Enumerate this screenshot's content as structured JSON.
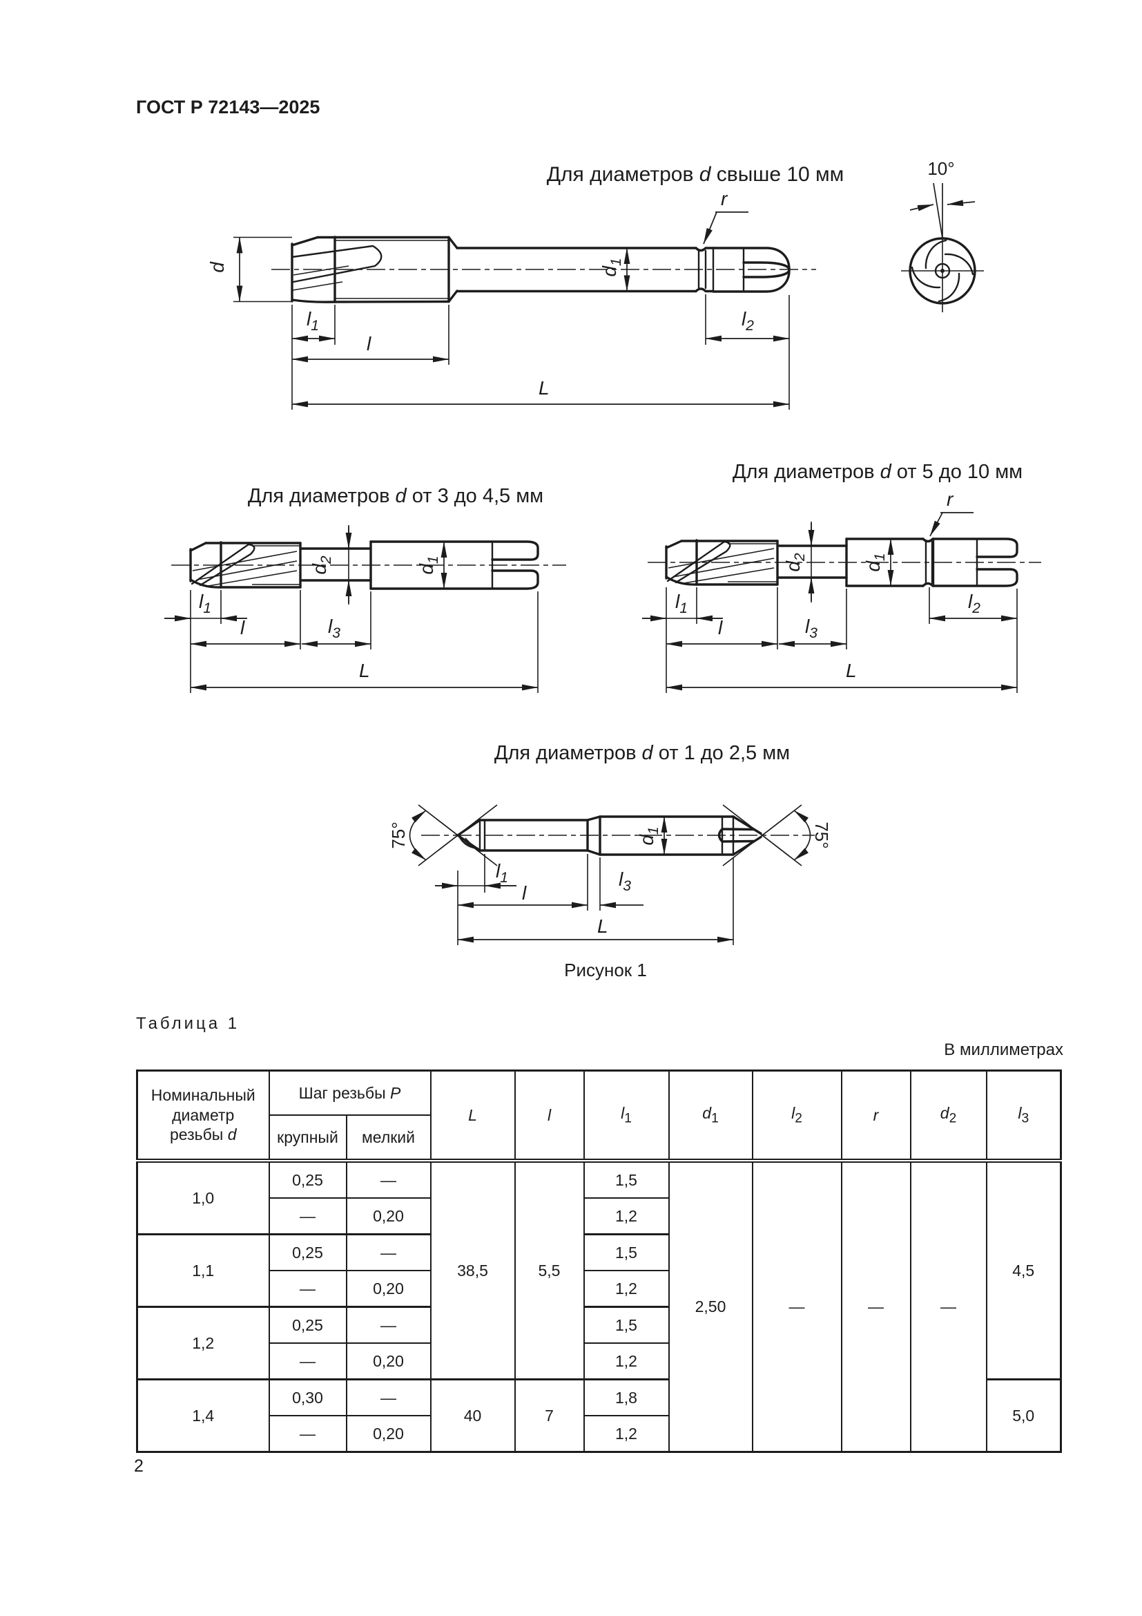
{
  "page": {
    "doc_number": "ГОСТ Р 72143—2025",
    "page_number": "2",
    "figure_label": "Рисунок 1",
    "table_label": "Таблица 1",
    "units_note": "В миллиметрах"
  },
  "captions": {
    "over10": [
      "Для диаметров ",
      "d",
      " свыше 10 мм"
    ],
    "from3to45": [
      "Для диаметров ",
      "d",
      " от 3 до 4,5 мм"
    ],
    "from5to10": [
      "Для диаметров ",
      "d",
      " от 5 до 10 мм"
    ],
    "from1to25": [
      "Для диаметров ",
      "d",
      " от 1 до 2,5 мм"
    ]
  },
  "dims": {
    "d": "d",
    "l": "l",
    "L": "L",
    "r": "r",
    "l1": [
      "l",
      "1"
    ],
    "l2": [
      "l",
      "2"
    ],
    "l3": [
      "l",
      "3"
    ],
    "d1": [
      "d",
      "1"
    ],
    "d2": [
      "d",
      "2"
    ],
    "angle10": "10°",
    "angle75": "75°"
  },
  "table": {
    "header": {
      "nominal": [
        "Номинальный диаметр резьбы ",
        "d"
      ],
      "pitch": [
        "Шаг резьбы ",
        "P"
      ],
      "coarse": "крупный",
      "fine": "мелкий"
    },
    "groups": [
      {
        "d": "1,0",
        "rows": [
          [
            "0,25",
            "—",
            "1,5"
          ],
          [
            "—",
            "0,20",
            "1,2"
          ]
        ]
      },
      {
        "d": "1,1",
        "rows": [
          [
            "0,25",
            "—",
            "1,5"
          ],
          [
            "—",
            "0,20",
            "1,2"
          ]
        ]
      },
      {
        "d": "1,2",
        "rows": [
          [
            "0,25",
            "—",
            "1,5"
          ],
          [
            "—",
            "0,20",
            "1,2"
          ]
        ]
      },
      {
        "d": "1,4",
        "rows": [
          [
            "0,30",
            "—",
            "1,8"
          ],
          [
            "—",
            "0,20",
            "1,2"
          ]
        ]
      }
    ],
    "span_top": {
      "L": "38,5",
      "l": "5,5",
      "l3": "4,5"
    },
    "span_bottom": {
      "L": "40",
      "l": "7",
      "l3": "5,0"
    },
    "span_all": {
      "d1": "2,50",
      "l2": "—",
      "r": "—",
      "d2": "—"
    }
  }
}
